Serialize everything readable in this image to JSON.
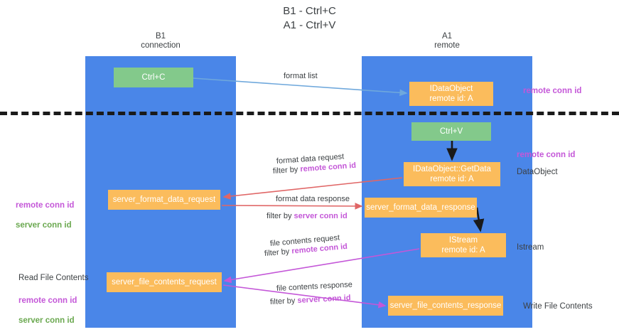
{
  "title": "B1 - Ctrl+C\nA1 - Ctrl+V",
  "lanes": [
    {
      "id": "b1",
      "header": "B1\nconnection",
      "color": "#4a86e8"
    },
    {
      "id": "a1",
      "header": "A1\nremote",
      "color": "#4a86e8"
    }
  ],
  "colors": {
    "lane": "#4a86e8",
    "green_node": "#83c98b",
    "orange_node": "#fbbc5c",
    "purple_text": "#c457d8",
    "green_text": "#6aa84f",
    "arrow_blue": "#6fa8dc",
    "arrow_red": "#e06666",
    "arrow_magenta": "#c457d8",
    "arrow_black": "#1a1a1a",
    "divider": "#1a1a1a",
    "body_text": "#3c4043"
  },
  "nodes": {
    "ctrl_c": "Ctrl+C",
    "idataobject": "IDataObject\nremote id: A",
    "ctrl_v": "Ctrl+V",
    "getdata": "IDataObject::GetData\nremote id: A",
    "server_format_data_request": "server_format_data_request",
    "server_format_data_response": "server_format_data_response",
    "istream": "IStream\nremote id: A",
    "server_file_contents_request": "server_file_contents_request",
    "server_file_contents_response": "server_file_contents_response"
  },
  "edge_labels": {
    "format_list": "format list",
    "format_data_request": "format data request",
    "format_data_request_filter_prefix": "filter by ",
    "format_data_request_filter_key": "remote conn id",
    "format_data_response": "format data response",
    "format_data_response_filter_prefix": "filter by ",
    "format_data_response_filter_key": "server conn id",
    "file_contents_request": "file contents request",
    "file_contents_request_filter_prefix": "filter by ",
    "file_contents_request_filter_key": "remote conn id",
    "file_contents_response": "file contents response",
    "file_contents_response_filter_prefix": "filter by ",
    "file_contents_response_filter_key": "server conn id"
  },
  "annotations": {
    "right_remote_conn_id_top": "remote conn id",
    "right_remote_conn_id_mid": "remote conn id",
    "right_dataobject": "DataObject",
    "right_istream": "Istream",
    "right_write_file_contents": "Write File Contents",
    "left_remote_conn_id": "remote conn id",
    "left_server_conn_id": "server conn id",
    "left_read_file_contents": "Read File Contents",
    "left_remote_conn_id_2": "remote conn id",
    "left_server_conn_id_2": "server conn id"
  }
}
